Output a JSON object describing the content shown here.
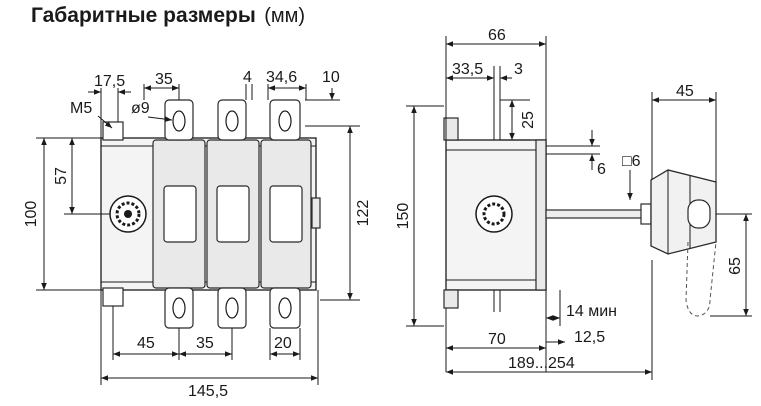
{
  "title": {
    "main": "Габаритные размеры",
    "unit": "(мм)"
  },
  "front_view": {
    "dims": {
      "pitch_top": "17,5",
      "width_top_35": "35",
      "dim_4": "4",
      "dim_34_6": "34,6",
      "dim_10": "10",
      "m5": "M5",
      "hole": "ø9",
      "dim_57": "57",
      "dim_100": "100",
      "dim_122": "122",
      "pitch_45": "45",
      "pitch_35": "35",
      "dim_20": "20",
      "total_width": "145,5"
    }
  },
  "side_view": {
    "dims": {
      "dim_66": "66",
      "dim_33_5": "33,5",
      "dim_3": "3",
      "dim_25": "25",
      "dim_6": "6",
      "dim_150": "150",
      "dim_70": "70",
      "dim_14_min": "14 мин",
      "dim_12_5": "12,5",
      "shaft_length": "189...254"
    }
  },
  "handle_view": {
    "dims": {
      "square_shaft": "□6",
      "dim_45": "45",
      "dim_65": "65"
    }
  }
}
